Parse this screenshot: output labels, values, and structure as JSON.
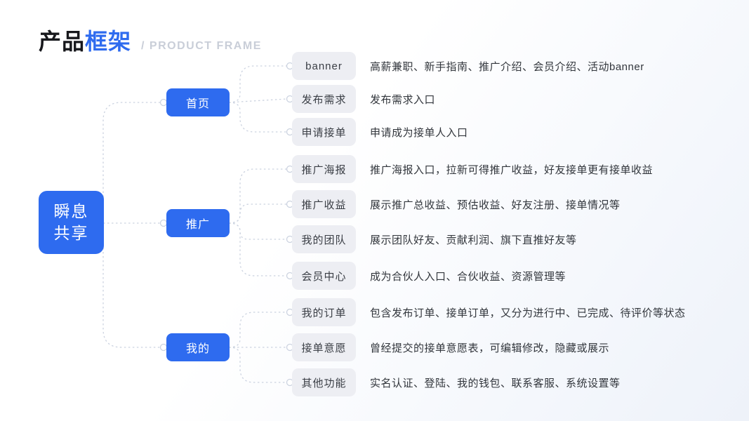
{
  "header": {
    "title_black": "产品",
    "title_blue": "框架",
    "subtitle": "/ PRODUCT FRAME"
  },
  "root": {
    "label": "瞬息共享",
    "lines": [
      "瞬息",
      "共享"
    ]
  },
  "branches": [
    {
      "label": "首页",
      "children": [
        {
          "label": "banner",
          "desc": "高薪兼职、新手指南、推广介绍、会员介绍、活动banner"
        },
        {
          "label": "发布需求",
          "desc": "发布需求入口"
        },
        {
          "label": "申请接单",
          "desc": "申请成为接单人入口"
        }
      ]
    },
    {
      "label": "推广",
      "children": [
        {
          "label": "推广海报",
          "desc": "推广海报入口，拉新可得推广收益，好友接单更有接单收益"
        },
        {
          "label": "推广收益",
          "desc": "展示推广总收益、预估收益、好友注册、接单情况等"
        },
        {
          "label": "我的团队",
          "desc": "展示团队好友、贡献利润、旗下直推好友等"
        },
        {
          "label": "会员中心",
          "desc": "成为合伙人入口、合伙收益、资源管理等"
        }
      ]
    },
    {
      "label": "我的",
      "children": [
        {
          "label": "我的订单",
          "desc": "包含发布订单、接单订单，又分为进行中、已完成、待评价等状态"
        },
        {
          "label": "接单意愿",
          "desc": "曾经提交的接单意愿表，可编辑修改，隐藏或展示"
        },
        {
          "label": "其他功能",
          "desc": "实名认证、登陆、我的钱包、联系客服、系统设置等"
        }
      ]
    }
  ],
  "colors": {
    "accent_blue": "#2e6bef",
    "child_node_bg": "#edeef3",
    "connector": "#ccd3e0",
    "subtitle_gray": "#c9ced8"
  }
}
